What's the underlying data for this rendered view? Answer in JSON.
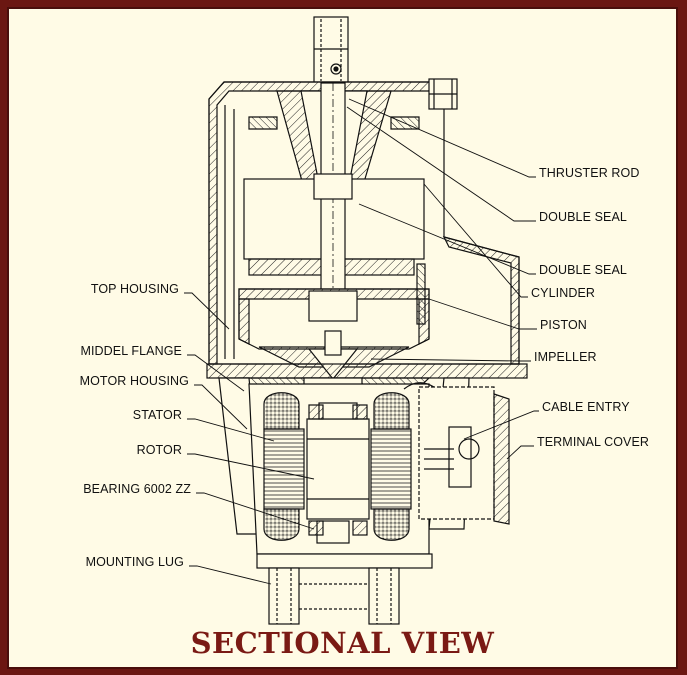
{
  "title": "SECTIONAL VIEW",
  "colors": {
    "border": "#6b1712",
    "background": "#fffbe6",
    "title": "#7a1a14",
    "line": "#111111"
  },
  "labels": {
    "right": {
      "thruster_rod": "THRUSTER ROD",
      "double_seal_upper": "DOUBLE SEAL",
      "double_seal_lower": "DOUBLE SEAL",
      "cylinder": "CYLINDER",
      "piston": "PISTON",
      "impeller": "IMPELLER",
      "cable_entry": "CABLE ENTRY",
      "terminal_cover": "TERMINAL COVER"
    },
    "left": {
      "top_housing": "TOP HOUSING",
      "middel_flange": "MIDDEL FLANGE",
      "motor_housing": "MOTOR HOUSING",
      "stator": "STATOR",
      "rotor": "ROTOR",
      "bearing": "BEARING 6002 ZZ",
      "mounting_lug": "MOUNTING  LUG"
    }
  }
}
